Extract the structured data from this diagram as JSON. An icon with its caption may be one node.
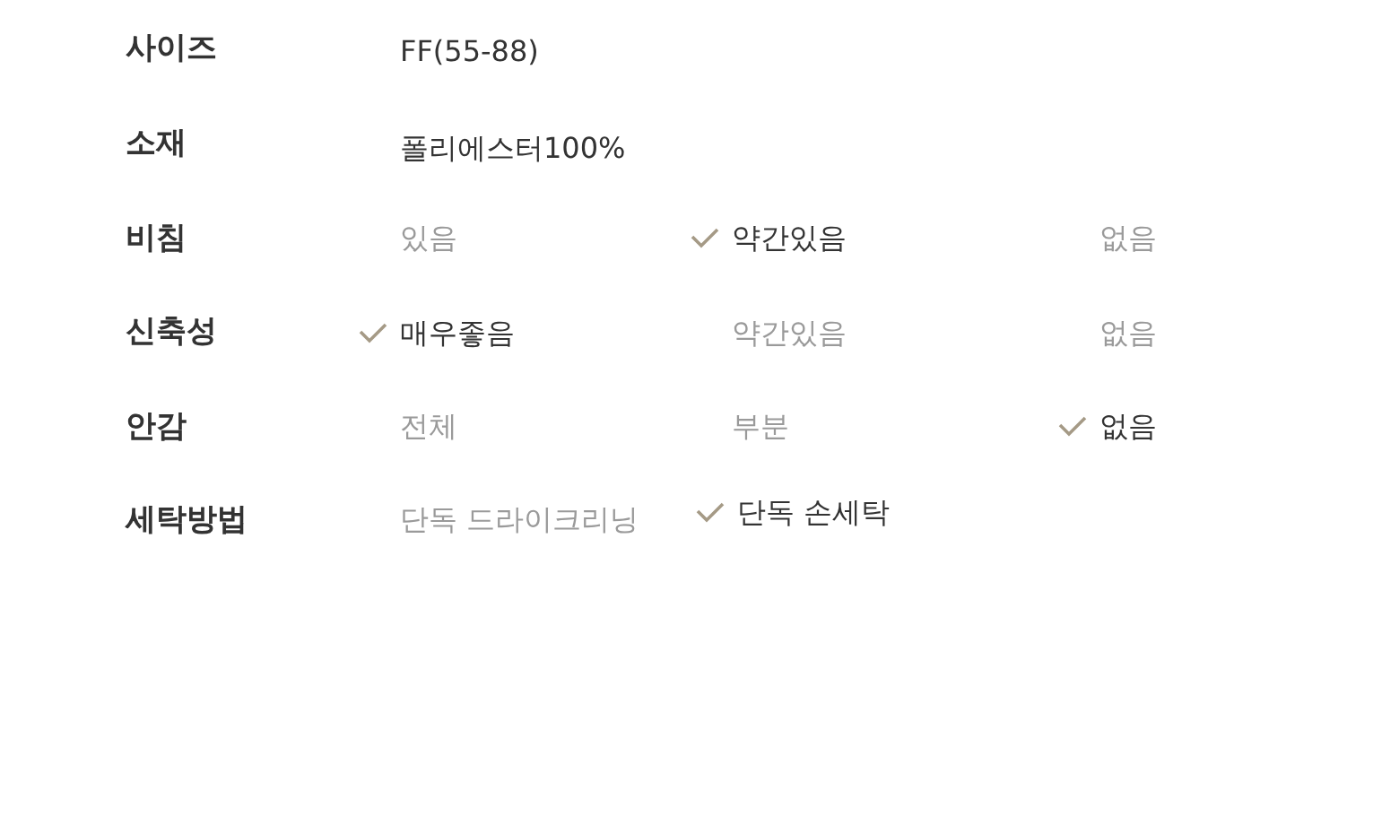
{
  "diagram": {
    "labels": [
      "사이즈",
      "FF(55-88)",
      "소재",
      "폴리에스터100%",
      "비침",
      "있음",
      "약간있음",
      "없음",
      "신축성",
      "매우좋음",
      "약간있음",
      "없음",
      "안감",
      "전체",
      "부분",
      "없음",
      "세탁방법",
      "단독 드라이크리닝",
      "단독 손세탁"
    ]
  }
}
